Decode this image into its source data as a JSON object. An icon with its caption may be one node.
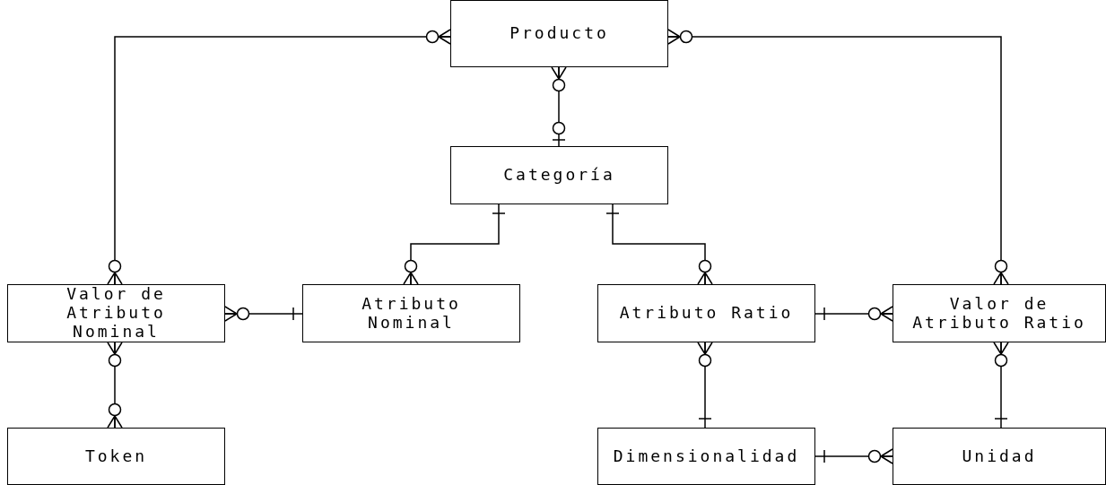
{
  "diagram": {
    "nodes": [
      {
        "text": [
          "Producto"
        ]
      },
      {
        "text": [
          "Categoría"
        ]
      },
      {
        "text": [
          "Valor de Atributo Nominal"
        ]
      },
      {
        "text": [
          "Atributo Nominal"
        ]
      },
      {
        "text": [
          "Atributo Ratio"
        ]
      },
      {
        "text": [
          "Valor de Atributo Ratio"
        ]
      },
      {
        "text": [
          "Token"
        ]
      },
      {
        "text": [
          "Dimensionalidad"
        ]
      },
      {
        "text": [
          "Unidad"
        ]
      }
    ],
    "edges": [
      {
        "from": 0,
        "to": 2,
        "arrow": "other"
      },
      {
        "from": 0,
        "to": 5,
        "arrow": "other"
      },
      {
        "from": 0,
        "to": 1,
        "arrow": "other"
      },
      {
        "from": 1,
        "to": 3,
        "arrow": "other"
      },
      {
        "from": 1,
        "to": 4,
        "arrow": "other"
      },
      {
        "from": 2,
        "to": 3,
        "arrow": "other"
      },
      {
        "from": 4,
        "to": 5,
        "arrow": "other"
      },
      {
        "from": 2,
        "to": 6,
        "arrow": "other"
      },
      {
        "from": 4,
        "to": 7,
        "arrow": "other"
      },
      {
        "from": 5,
        "to": 8,
        "arrow": "other"
      },
      {
        "from": 7,
        "to": 8,
        "arrow": "other"
      }
    ]
  }
}
